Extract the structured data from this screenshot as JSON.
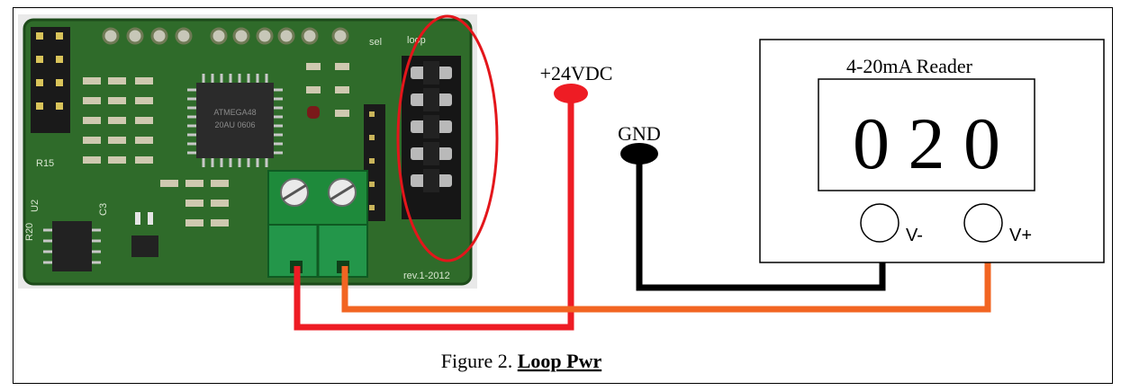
{
  "labels": {
    "supply": "+24VDC",
    "ground": "GND"
  },
  "reader": {
    "title": "4-20mA Reader",
    "display_value": "0 2 0",
    "terminal_minus": "V-",
    "terminal_plus": "V+"
  },
  "caption": {
    "prefix": "Figure 2. ",
    "title": "Loop Pwr"
  },
  "board": {
    "chip_text_1": "ATMEGA48",
    "chip_text_2": "20AU 0606",
    "jumper_label_1": "sel",
    "jumper_label_2": "loop",
    "revision": "rev.1-2012",
    "silk_r15": "R15",
    "silk_r20": "R20",
    "silk_u2": "U2",
    "silk_c3": "C3"
  },
  "colors": {
    "positive_wire": "#ee1c24",
    "negative_wire": "#000000",
    "loop_return_wire": "#f26522",
    "highlight_ellipse": "#e3161b",
    "pcb_green": "#2f6b2a",
    "terminal_block": "#1e8a3b"
  }
}
